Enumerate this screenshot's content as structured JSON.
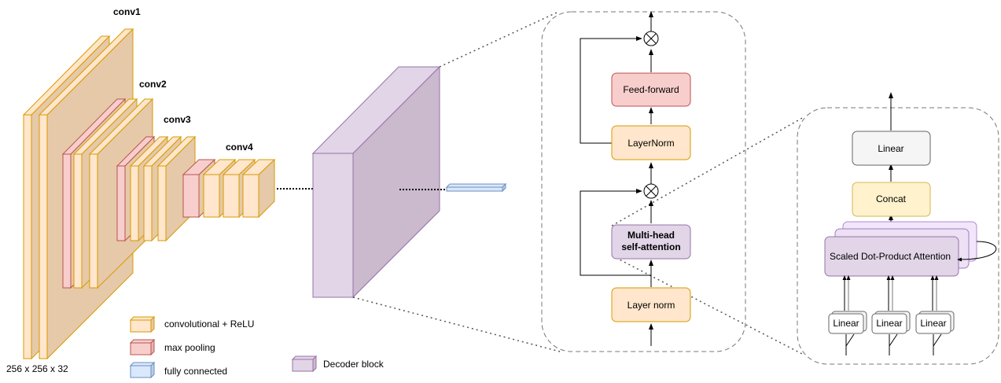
{
  "cnn": {
    "conv1_label": "conv1",
    "conv2_label": "conv2",
    "conv3_label": "conv3",
    "conv4_label": "conv4",
    "input_dim": "256 x 256 x 32"
  },
  "legend": {
    "conv_relu": "convolutional + ReLU",
    "max_pool": "max pooling",
    "fully_connected": "fully connected",
    "decoder_block": "Decoder block"
  },
  "decoder": {
    "feed_forward": "Feed-forward",
    "layernorm_top": "LayerNorm",
    "mha_line1": "Multi-head",
    "mha_line2": "self-attention",
    "layernorm_bottom": "Layer norm"
  },
  "attention": {
    "linear_top": "Linear",
    "concat": "Concat",
    "sdpa": "Scaled Dot-Product Attention",
    "linear_q": "Linear",
    "linear_k": "Linear",
    "linear_v": "Linear"
  },
  "colors": {
    "conv_fill": "#ffe6cc",
    "conv_stroke": "#d79b00",
    "conv_side": "#e6c9a8",
    "pool_fill": "#f8cecc",
    "pool_stroke": "#b85450",
    "fc_fill": "#dae8fc",
    "fc_stroke": "#6c8ebf",
    "decoder_fill": "#e1d5e7",
    "decoder_stroke": "#9673a6",
    "linear_fill": "#f5f5f5",
    "linear_stroke": "#666666"
  }
}
